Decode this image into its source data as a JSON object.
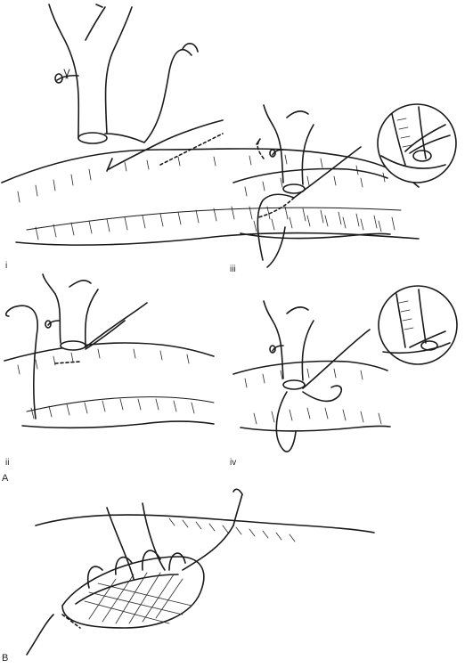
{
  "panels": [
    {
      "id": "i",
      "label": "i"
    },
    {
      "id": "ii",
      "label": "ii"
    },
    {
      "id": "iii",
      "label": "iii"
    },
    {
      "id": "iv",
      "label": "iv"
    }
  ],
  "group_labels": {
    "a": "A",
    "b": "B"
  }
}
